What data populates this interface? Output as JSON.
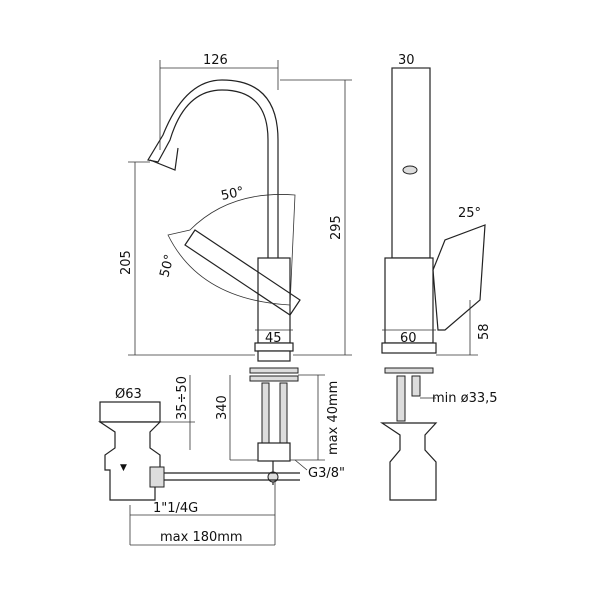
{
  "dimensions": {
    "spout_reach": "126",
    "body_width": "30",
    "spout_angle": "50°",
    "lever_angle": "50°",
    "side_lever_angle": "25°",
    "spout_height": "205",
    "total_height": "295",
    "base_width_front": "45",
    "base_width_side": "60",
    "lever_height": "58",
    "waste_diameter": "Ø63",
    "waste_height": "35÷50",
    "hose_length": "340",
    "max_deck_thickness": "max 40mm",
    "min_hole_diameter": "min ø33,5",
    "connection_thread": "G3/8\"",
    "waste_thread": "1\"1/4G",
    "max_rod_length": "max 180mm"
  }
}
